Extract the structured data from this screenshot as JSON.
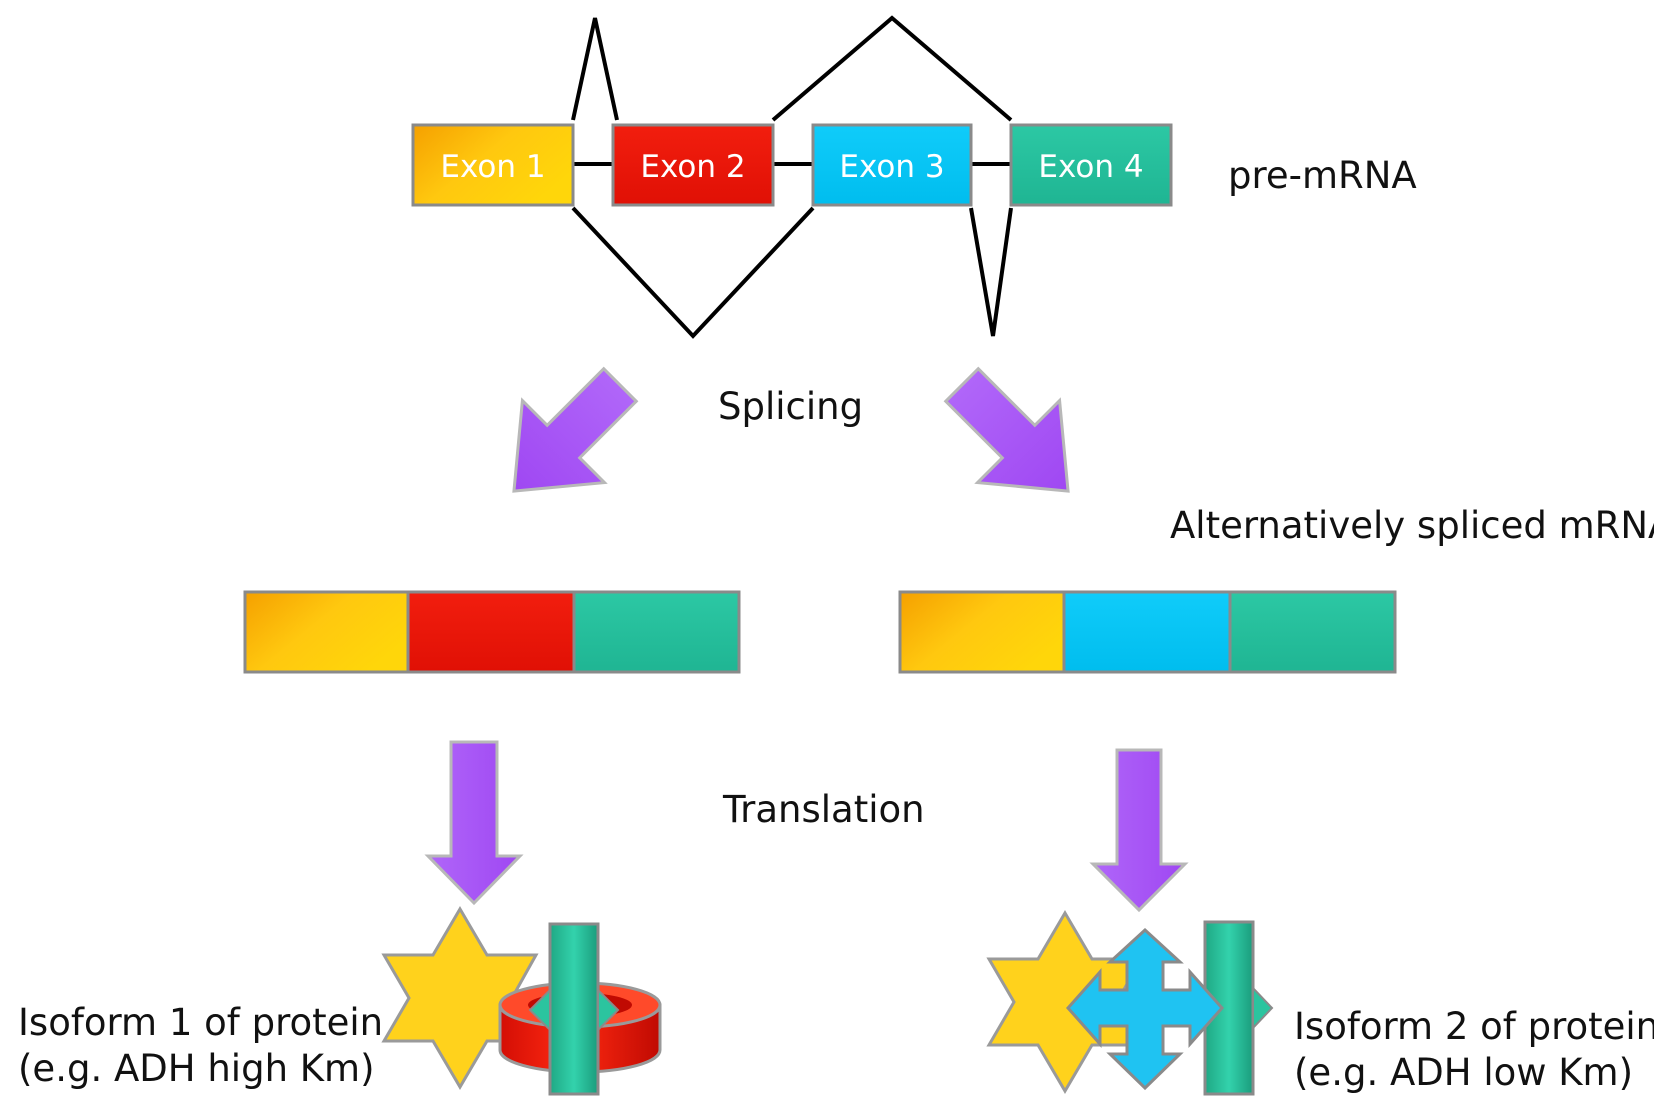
{
  "pre_mrna": {
    "label": "pre-mRNA",
    "exons": [
      {
        "label": "Exon 1",
        "color": "#FFC20E"
      },
      {
        "label": "Exon 2",
        "color": "#F01A0A"
      },
      {
        "label": "Exon 3",
        "color": "#00C4F4"
      },
      {
        "label": "Exon 4",
        "color": "#25C09C"
      }
    ]
  },
  "steps": {
    "splicing": "Splicing",
    "translation": "Translation"
  },
  "mrnas_label": "Alternatively spliced mRNAs",
  "mrnas": [
    {
      "segments": [
        "Exon 1",
        "Exon 2",
        "Exon 4"
      ]
    },
    {
      "segments": [
        "Exon 1",
        "Exon 3",
        "Exon 4"
      ]
    }
  ],
  "isoforms": [
    {
      "line1": "Isoform 1 of protein",
      "line2": "(e.g. ADH high Km)"
    },
    {
      "line1": "Isoform 2 of protein",
      "line2": "(e.g. ADH low Km)"
    }
  ],
  "colors": {
    "arrow": "#A855F7",
    "intron_line": "#000000",
    "box_border": "#8a8a8a"
  }
}
